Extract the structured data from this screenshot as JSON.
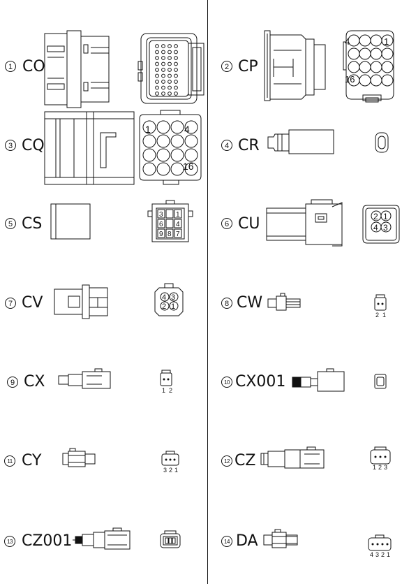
{
  "connectors": [
    {
      "number": "1",
      "code": "CO"
    },
    {
      "number": "2",
      "code": "CP"
    },
    {
      "number": "3",
      "code": "CQ"
    },
    {
      "number": "4",
      "code": "CR"
    },
    {
      "number": "5",
      "code": "CS"
    },
    {
      "number": "6",
      "code": "CU"
    },
    {
      "number": "7",
      "code": "CV"
    },
    {
      "number": "8",
      "code": "CW"
    },
    {
      "number": "9",
      "code": "CX"
    },
    {
      "number": "10",
      "code": "CX001"
    },
    {
      "number": "11",
      "code": "CY"
    },
    {
      "number": "12",
      "code": "CZ"
    },
    {
      "number": "13",
      "code": "CZ001"
    },
    {
      "number": "14",
      "code": "DA"
    }
  ],
  "pin_labels": {
    "cp": [
      "4",
      "1",
      "16"
    ],
    "cq": [
      "1",
      "4",
      "16"
    ],
    "cs": [
      "3",
      "1",
      "6",
      "4",
      "9",
      "8",
      "7"
    ],
    "cu": [
      "2",
      "1",
      "4",
      "3"
    ],
    "cv": [
      "4",
      "3",
      "2",
      "1"
    ],
    "cw": [
      "2",
      "1"
    ],
    "cx": [
      "1",
      "2"
    ],
    "cy": [
      "3",
      "2",
      "1"
    ],
    "cz": [
      "1",
      "2",
      "3"
    ],
    "da": [
      "4",
      "3",
      "2",
      "1"
    ]
  }
}
